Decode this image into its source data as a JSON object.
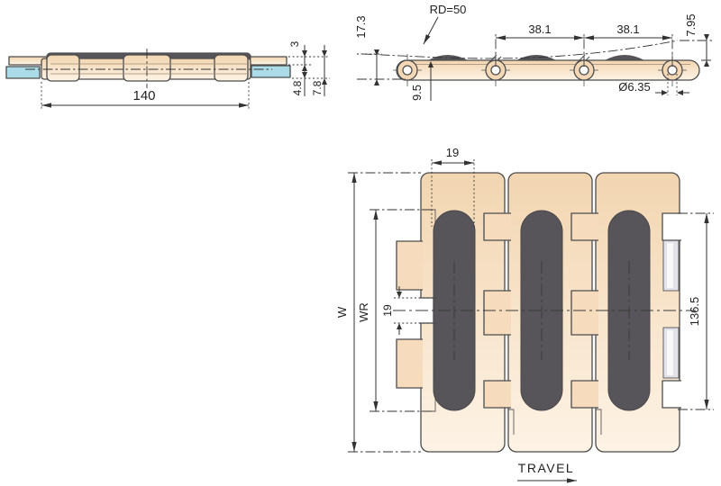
{
  "drawing": {
    "side_view": {
      "overall_length": "140",
      "cap_height": "3",
      "body_height": "4.8",
      "total_height": "7.8"
    },
    "front_view": {
      "back_flex_radius": "RD=50",
      "raised_height": "17.3",
      "pitch_1": "38.1",
      "pitch_2": "38.1",
      "lift_height": "7.95",
      "plate_height": "9.5",
      "pin_diameter": "Ø6.35"
    },
    "top_view": {
      "insert_width": "19",
      "overall_width_symbol": "W",
      "working_width_symbol": "WR",
      "hinge_notch_width": "19",
      "reference_width": "136.5",
      "direction_label": "TRAVEL"
    },
    "colors": {
      "plastic_top": "#f2d5b0",
      "plastic_bottom": "#fdf3e5",
      "plastic_solid": "#f6dcbd",
      "insert": "#57555a",
      "wear_strip": "#aadbe6",
      "slot": "#e2e2e8",
      "outline": "#4c4c4c",
      "dimension": "#333333"
    }
  }
}
